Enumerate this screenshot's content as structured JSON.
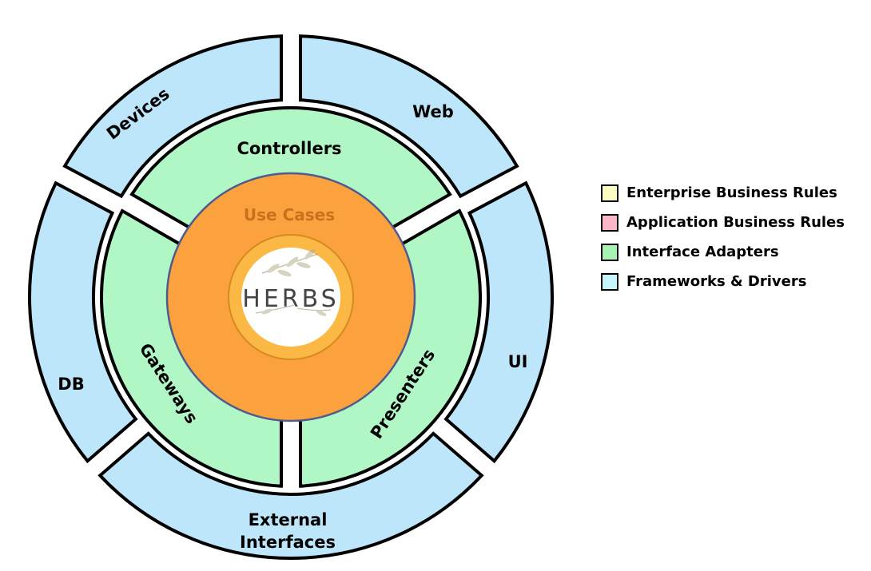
{
  "colors": {
    "frameworks": "#bde6fb",
    "adapters": "#b1f7c6",
    "usecases": "#fba23e",
    "usecases_stroke": "#4e5b8c",
    "usecases_text": "#c8701d",
    "entities_ring": "#fcb844",
    "entities_fill": "#ffffff"
  },
  "outer_ring": {
    "segments": [
      {
        "label": "Devices"
      },
      {
        "label": "Web"
      },
      {
        "label": "UI"
      },
      {
        "label": "External Interfaces",
        "lines": [
          "External",
          "Interfaces"
        ]
      },
      {
        "label": "DB"
      }
    ]
  },
  "middle_ring": {
    "segments": [
      {
        "label": "Controllers"
      },
      {
        "label": "Presenters"
      },
      {
        "label": "Gateways"
      }
    ]
  },
  "use_cases": {
    "label": "Use Cases"
  },
  "logo": {
    "text": "HERBS",
    "icon": "olive-branch-icon"
  },
  "legend": [
    {
      "label": "Enterprise Business Rules",
      "color": "#fdfcc0"
    },
    {
      "label": "Application Business Rules",
      "color": "#fbb6c8"
    },
    {
      "label": "Interface Adapters",
      "color": "#a8f3b1"
    },
    {
      "label": "Frameworks & Drivers",
      "color": "#c6f5fb"
    }
  ]
}
